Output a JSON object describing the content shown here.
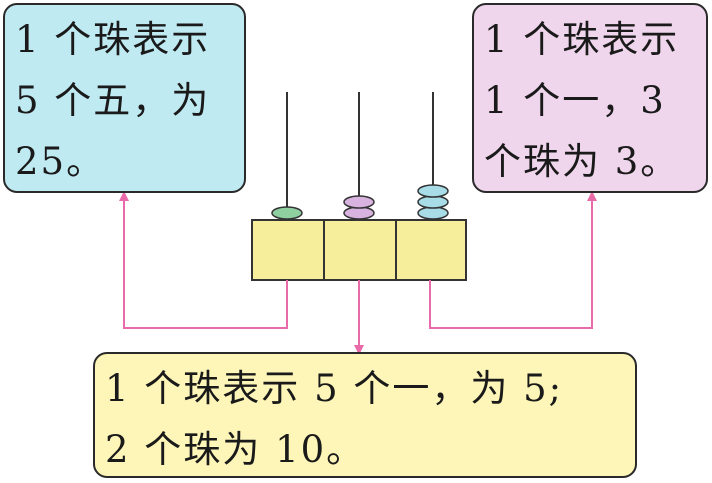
{
  "left_note": {
    "lines": [
      "1 个珠表示",
      "5 个五，为",
      "25。"
    ]
  },
  "right_note": {
    "lines": [
      "1 个珠表示",
      "1 个一，3",
      "个珠为 3。"
    ]
  },
  "bottom_note": {
    "lines": [
      "1 个珠表示 5 个一，为 5;",
      "2 个珠为 10。"
    ]
  },
  "abacus": {
    "rods": [
      {
        "beads": 1,
        "bead_color": "#8fd0a0"
      },
      {
        "beads": 2,
        "bead_color": "#d9b3e0"
      },
      {
        "beads": 3,
        "bead_color": "#a8dde8"
      }
    ],
    "frame_color": "#f6ee9a"
  },
  "connector_color": "#e86aa8"
}
